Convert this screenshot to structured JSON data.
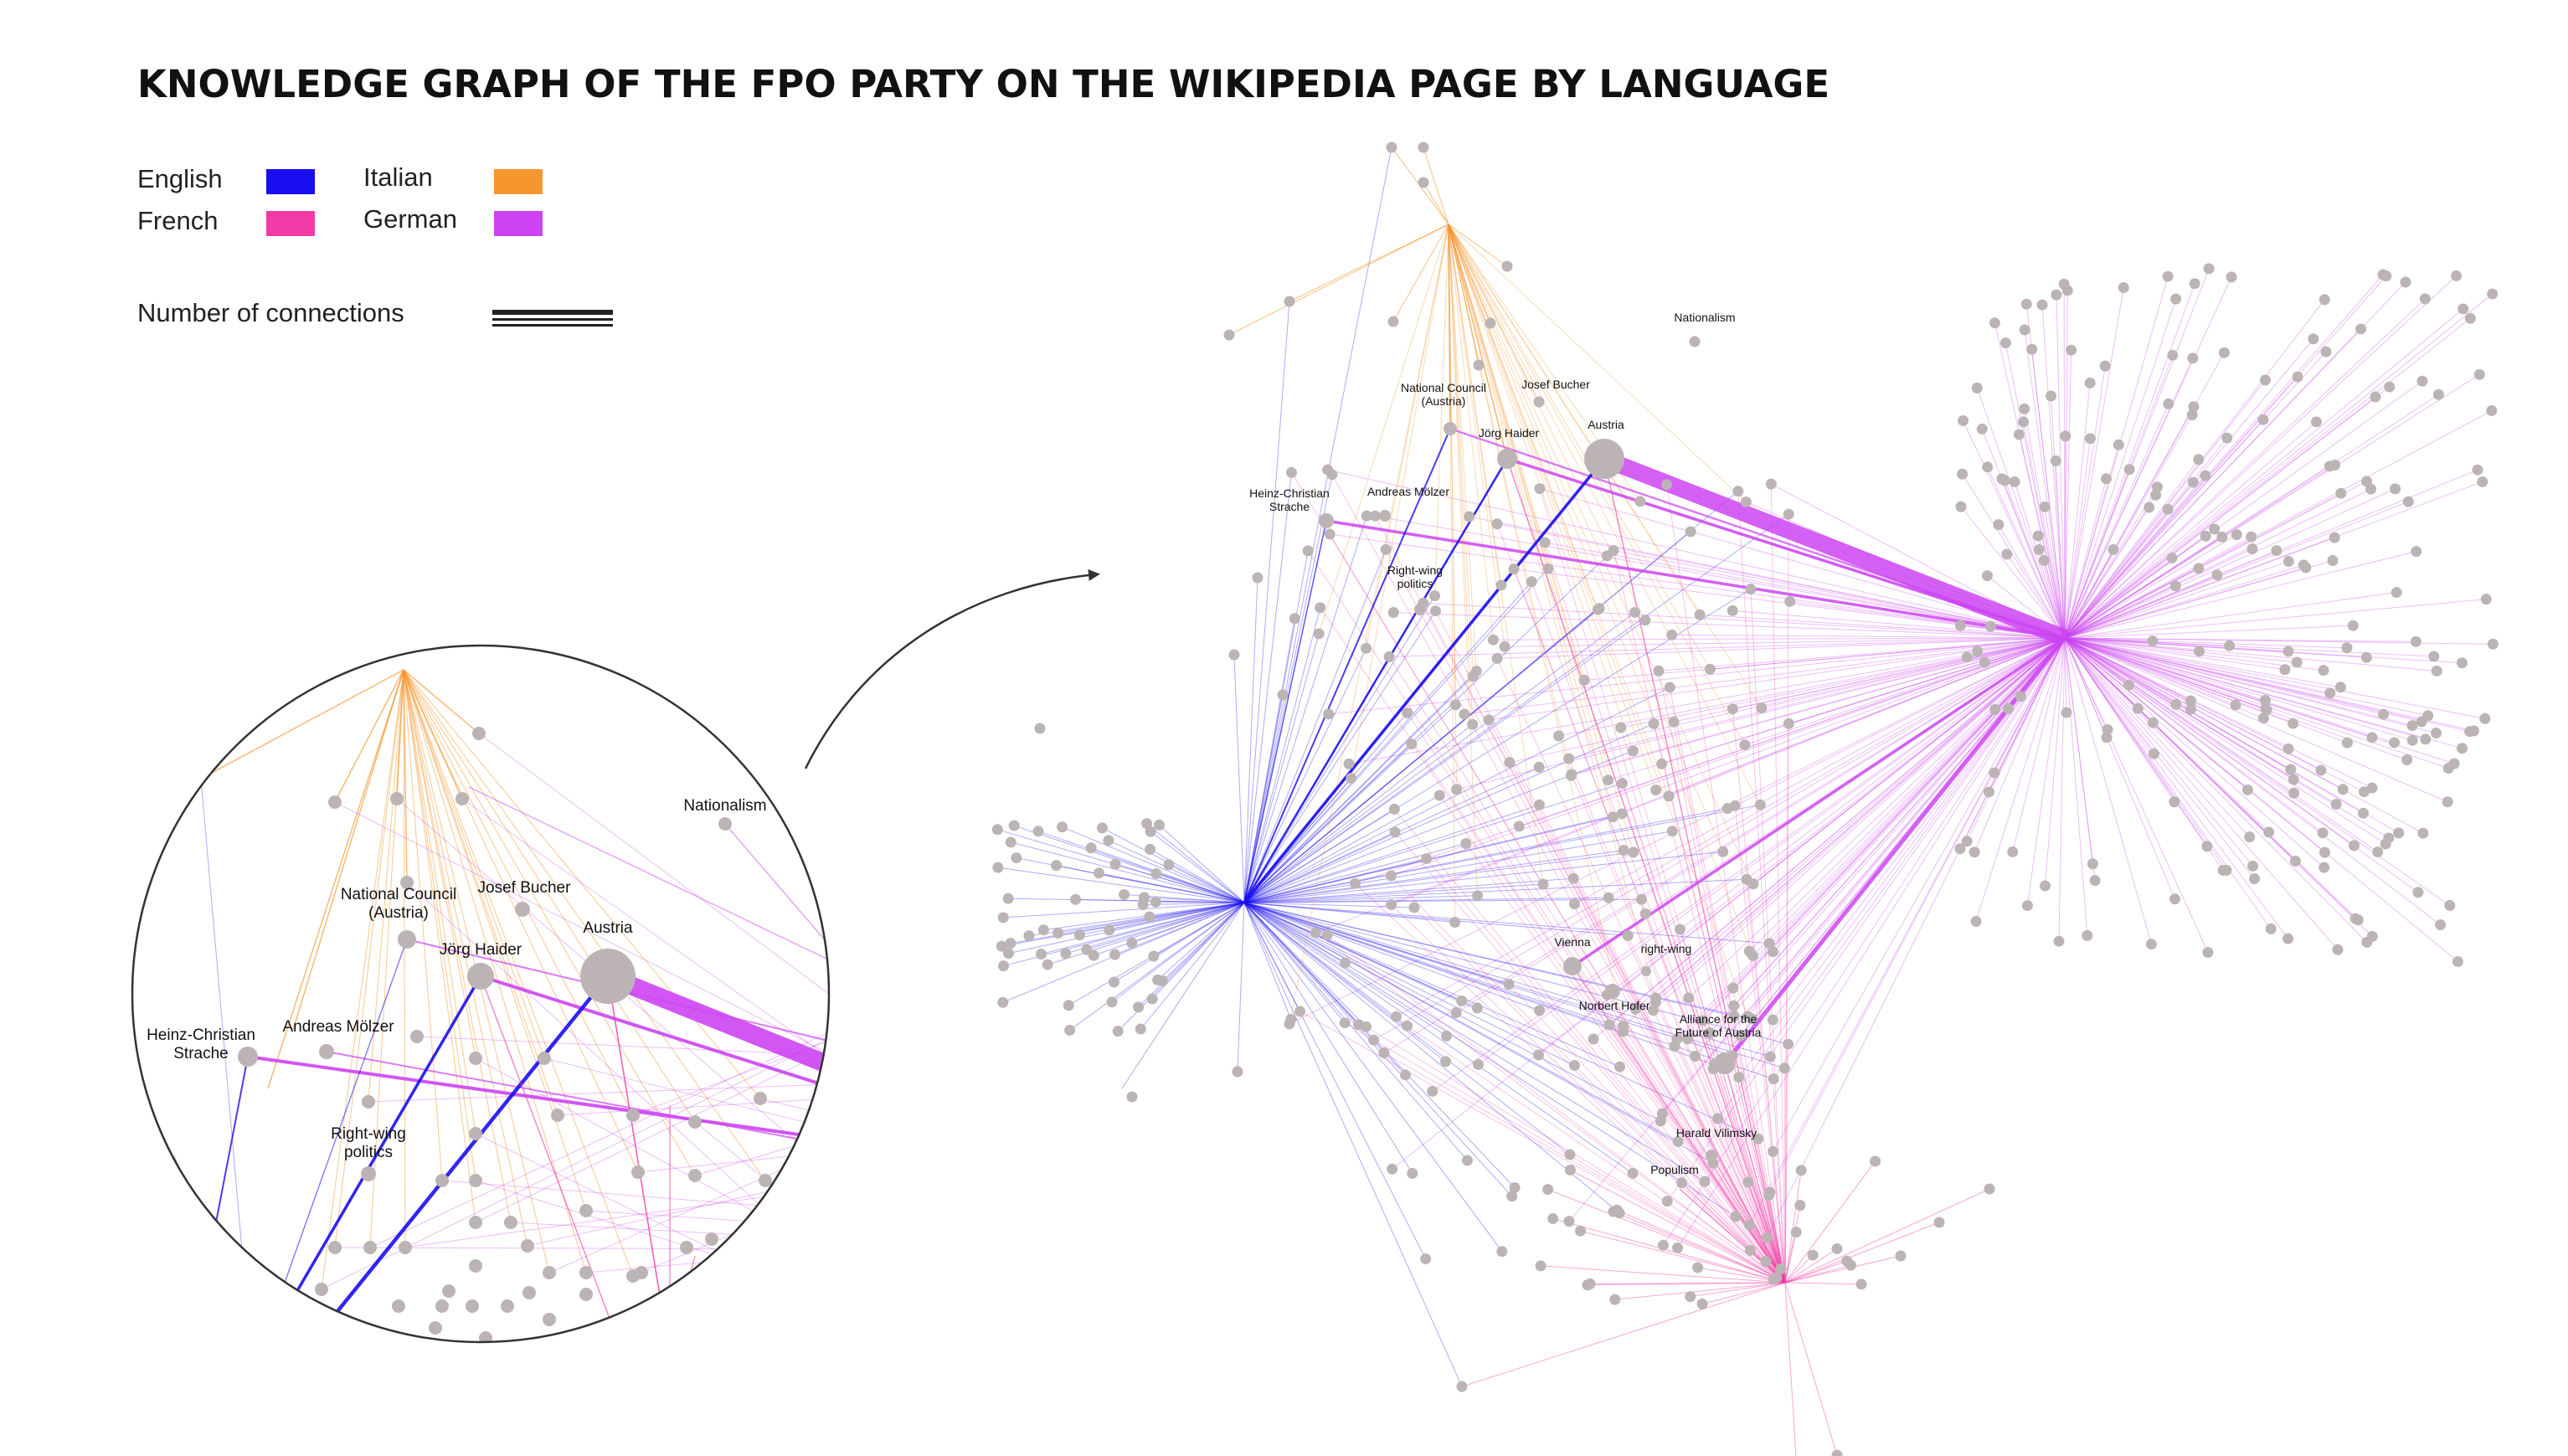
{
  "title": "KNOWLEDGE GRAPH OF THE FPO PARTY ON THE WIKIPEDIA PAGE BY LANGUAGE",
  "legend": {
    "languages": [
      {
        "name": "English",
        "color": "#1a0df0"
      },
      {
        "name": "Italian",
        "color": "#f5962f"
      },
      {
        "name": "French",
        "color": "#f23aa6"
      },
      {
        "name": "German",
        "color": "#cc44f2"
      }
    ],
    "connections_label": "Number of connections"
  },
  "colors": {
    "node": "#bcb4b4",
    "english": "#1a0df0",
    "italian": "#f5962f",
    "french": "#f23aa6",
    "german": "#cc44f2",
    "arrow": "#333333"
  },
  "nodes": {
    "austria": "Austria",
    "joerg_haider": "Jörg Haider",
    "josef_bucher": "Josef Bucher",
    "national_council": "National Council (Austria)",
    "andreas_moelzer": "Andreas Mölzer",
    "strache": "Heinz-Christian Strache",
    "right_wing_politics": "Right-wing politics",
    "nationalism": "Nationalism",
    "vienna": "Vienna",
    "right_wing": "right-wing",
    "norbert_hofer": "Norbert Hofer",
    "bzoe": "Alliance for the Future of Austria",
    "vilimsky": "Harald Vilimsky",
    "populism": "Populism"
  }
}
